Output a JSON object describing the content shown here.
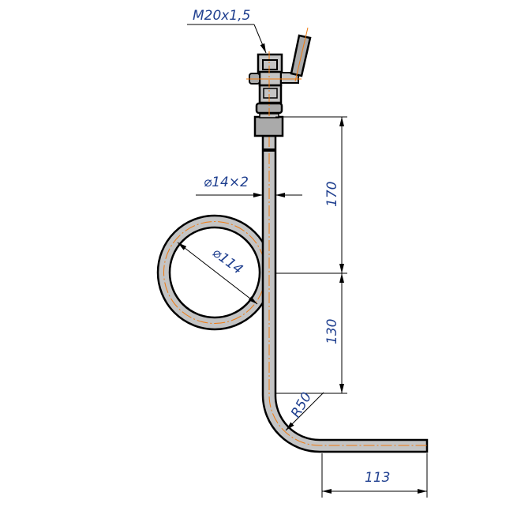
{
  "labels": {
    "thread": "M20x1,5",
    "pipe_size": "⌀14×2",
    "loop_diameter": "⌀114",
    "dim_upper": "170",
    "dim_lower": "130",
    "bend_radius": "R50",
    "dim_horizontal": "113"
  },
  "colors": {
    "pipe": "#c4c4c4",
    "centerline": "#f07a10",
    "text": "#1f3f8f"
  }
}
